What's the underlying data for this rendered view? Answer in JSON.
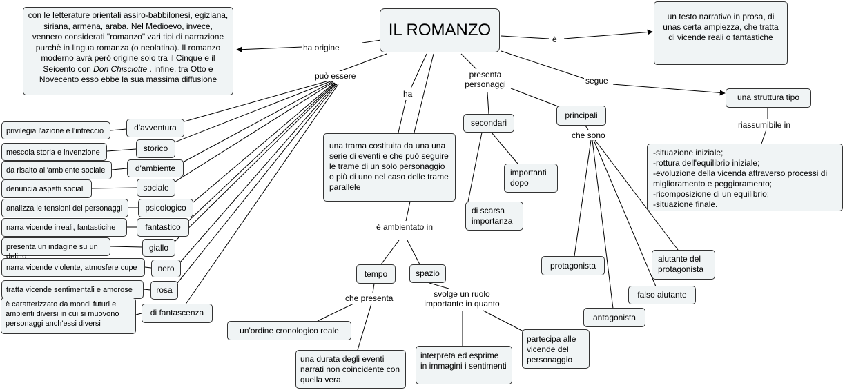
{
  "nodes": {
    "title": "IL ROMANZO",
    "origin_1": "con le letterature orientali assiro-babbilonesi, egiziana, siriana, armena, araba. Nel Medioevo, invece, vennero considerati \"romanzo\" vari tipi di narrazione purchè in lingua romanza (o neolatina). Il romanzo moderno avrà però origine solo tra il Cinque e il Seicento con",
    "origin_italic": "Don Chisciotte",
    "origin_2": " . infine, tra Otto e Novecento esso ebbe la sua massima diffusione",
    "definition": "un testo narrativo in prosa, di unas certa ampiezza, che tratta di vicende reali o fantastiche",
    "struttura": "una struttura tipo",
    "struttura_list": "-situazione iniziale;\n-rottura dell'equilibrio iniziale;\n-evoluzione della vicenda attraverso processi di miglioramento e peggioramento;\n-ricomposizione di un equilibrio;\n-situazione finale.",
    "trama": "una trama costituita da una una serie di eventi e che può seguire le trame di un solo personaggio o più di uno nel caso delle trame parallele",
    "secondari": "secondari",
    "principali": "principali",
    "importanti": "importanti dopo",
    "scarsa": "di scarsa importanza",
    "protagonista": "protagonista",
    "antagonista": "antagonista",
    "falso": "falso aiutante",
    "aiutante": "aiutante del protagonista",
    "tempo": "tempo",
    "spazio": "spazio",
    "ordine": "un'ordine cronologico reale",
    "durata": "una durata degli eventi narrati non coincidente con quella vera.",
    "interpreta": "interpreta ed esprime in immagini i sentimenti",
    "partecipa": "partecipa alle vicende del personaggio"
  },
  "types": [
    {
      "name": "d'avventura",
      "desc": "privilegia l'azione e l'intreccio"
    },
    {
      "name": "storico",
      "desc": "mescola storia e invenzione"
    },
    {
      "name": "d'ambiente",
      "desc": "da risalto all'ambiente sociale"
    },
    {
      "name": "sociale",
      "desc": "denuncia aspetti sociali"
    },
    {
      "name": "psicologico",
      "desc": "analizza le tensioni dei personaggi"
    },
    {
      "name": "fantastico",
      "desc": "narra vicende irreali, fantasticihe"
    },
    {
      "name": "giallo",
      "desc": "presenta un indagine su un delitto"
    },
    {
      "name": "nero",
      "desc": "narra vicende violente, atmosfere cupe"
    },
    {
      "name": "rosa",
      "desc": "tratta vicende sentimentali e amorose"
    },
    {
      "name": "di fantascenza",
      "desc": "è caratterizzato da mondi futuri e ambienti diversi in cui si muovono personaggi anch'essi diversi"
    }
  ],
  "labels": {
    "ha_origine": "ha origine",
    "puo_essere": "può essere",
    "ha": "ha",
    "presenta_personaggi": "presenta personaggi",
    "e": "è",
    "segue": "segue",
    "riassumibile": "riassumibile in",
    "che_sono": "che sono",
    "ambientato": "è ambientato in",
    "che_presenta": "che presenta",
    "svolge": "svolge un ruolo importante in quanto"
  }
}
